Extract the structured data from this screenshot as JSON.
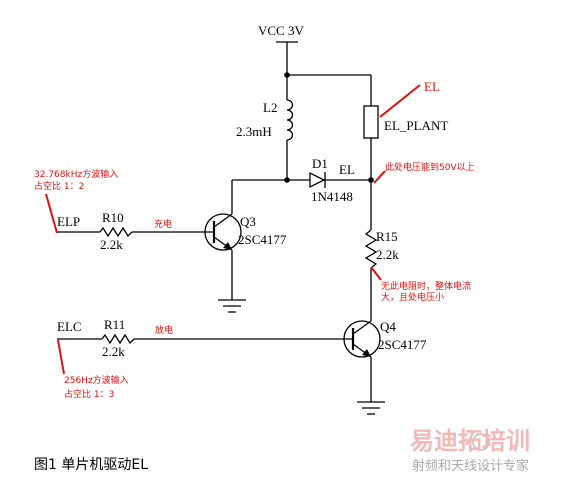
{
  "supply": {
    "label": "VCC 3V"
  },
  "inductor": {
    "ref": "L2",
    "value": "2.3mH"
  },
  "diode": {
    "ref": "D1",
    "part": "1N4148"
  },
  "el_node": {
    "label": "EL"
  },
  "el_load": {
    "label": "EL_PLANT"
  },
  "el_arrow_label": "EL",
  "q3": {
    "ref": "Q3",
    "part": "2SC4177"
  },
  "q4": {
    "ref": "Q4",
    "part": "2SC4177"
  },
  "r10": {
    "ref": "R10",
    "value": "2.2k"
  },
  "r11": {
    "ref": "R11",
    "value": "2.2k"
  },
  "r15": {
    "ref": "R15",
    "value": "2.2k"
  },
  "elp": {
    "label": "ELP",
    "note_line1": "32.768kHz方波输入",
    "note_line2": "占空比 1：2",
    "path_label": "充电"
  },
  "elc": {
    "label": "ELC",
    "note_line1": "256Hz方波输入",
    "note_line2": "占空比 1：3",
    "path_label": "放电"
  },
  "annotations": {
    "voltage_note": "此处电压能到50V以上",
    "r15_note_line1": "无此电阻时，整体电流",
    "r15_note_line2": "大，且处电压小"
  },
  "caption": "图1 单片机驱动EL",
  "watermark": {
    "line1": "易迪拓培训",
    "line2": "射频和天线设计专家"
  },
  "colors": {
    "annotation": "#e01010",
    "wire": "#000000",
    "watermark": "#f3b8b8"
  }
}
